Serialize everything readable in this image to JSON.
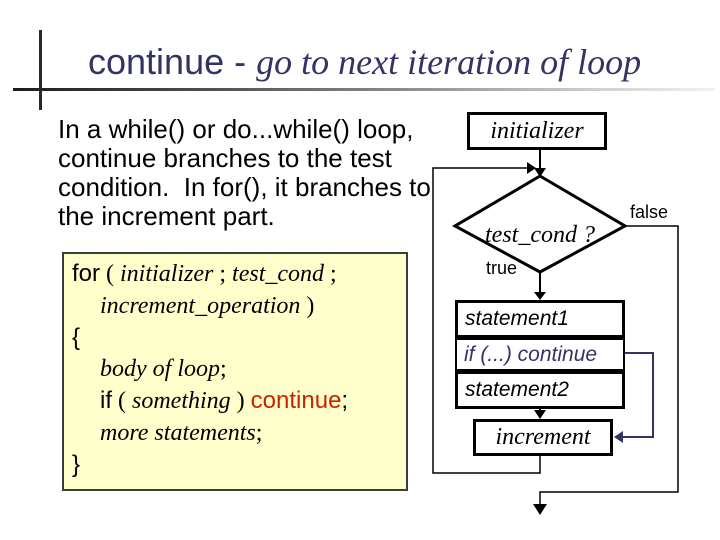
{
  "slide": {
    "title_plain": "continue - ",
    "title_italic": "go to next iteration of loop"
  },
  "intro": {
    "line1": "In a while() or do...while() loop,",
    "line2": "continue branches to the test",
    "line3": "condition.  In for(), it branches to",
    "line4": "the increment part."
  },
  "code": {
    "l1_for": "for",
    "l1_open": " ( ",
    "l1_init": "initializer",
    "l1_semi1": " ; ",
    "l1_test": "test_cond",
    "l1_semi2": " ;",
    "l2_incr": "increment_operation",
    "l2_close": " )",
    "l3_brace": "{",
    "l4_body": "body of loop",
    "l4_semi": ";",
    "l5_if": "if",
    "l5_open": " ( ",
    "l5_something": "something",
    "l5_close": " ) ",
    "l5_continue": "continue",
    "l5_semi": ";",
    "l6_more": "more statements",
    "l6_semi": ";",
    "l7_brace": "}"
  },
  "flowchart": {
    "initializer": "initializer",
    "test_cond": "test_cond ?",
    "false_label": "false",
    "true_label": "true",
    "statement1": "statement1",
    "if_continue": "if (...) continue",
    "statement2": "statement2",
    "increment": "increment"
  },
  "colors": {
    "accent_navy": "#333366",
    "keyword_red": "#cc2200",
    "code_bg": "#ffffcc"
  }
}
